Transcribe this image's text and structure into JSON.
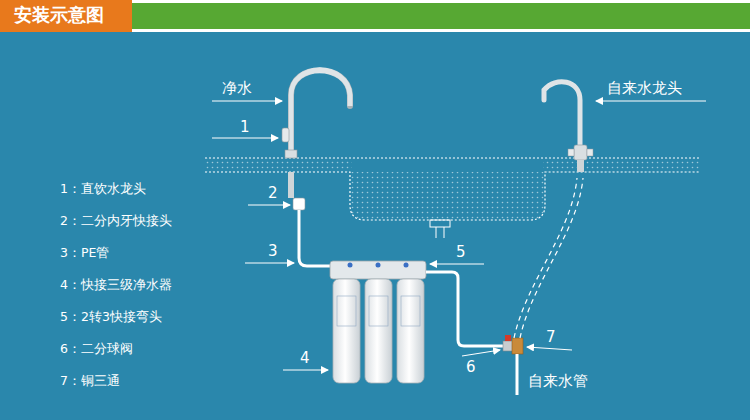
{
  "diagram": {
    "title": "安装示意图",
    "labels": [
      "净水",
      "自来水龙头",
      "1",
      "2",
      "3",
      "4",
      "5",
      "6",
      "7",
      "自来水管",
      "1：直饮水龙头",
      "2：二分内牙快接头",
      "3：PE管",
      "4：快接三级净水器",
      "5：2转3快接弯头",
      "6：二分球阀",
      "7：铜三通"
    ]
  }
}
